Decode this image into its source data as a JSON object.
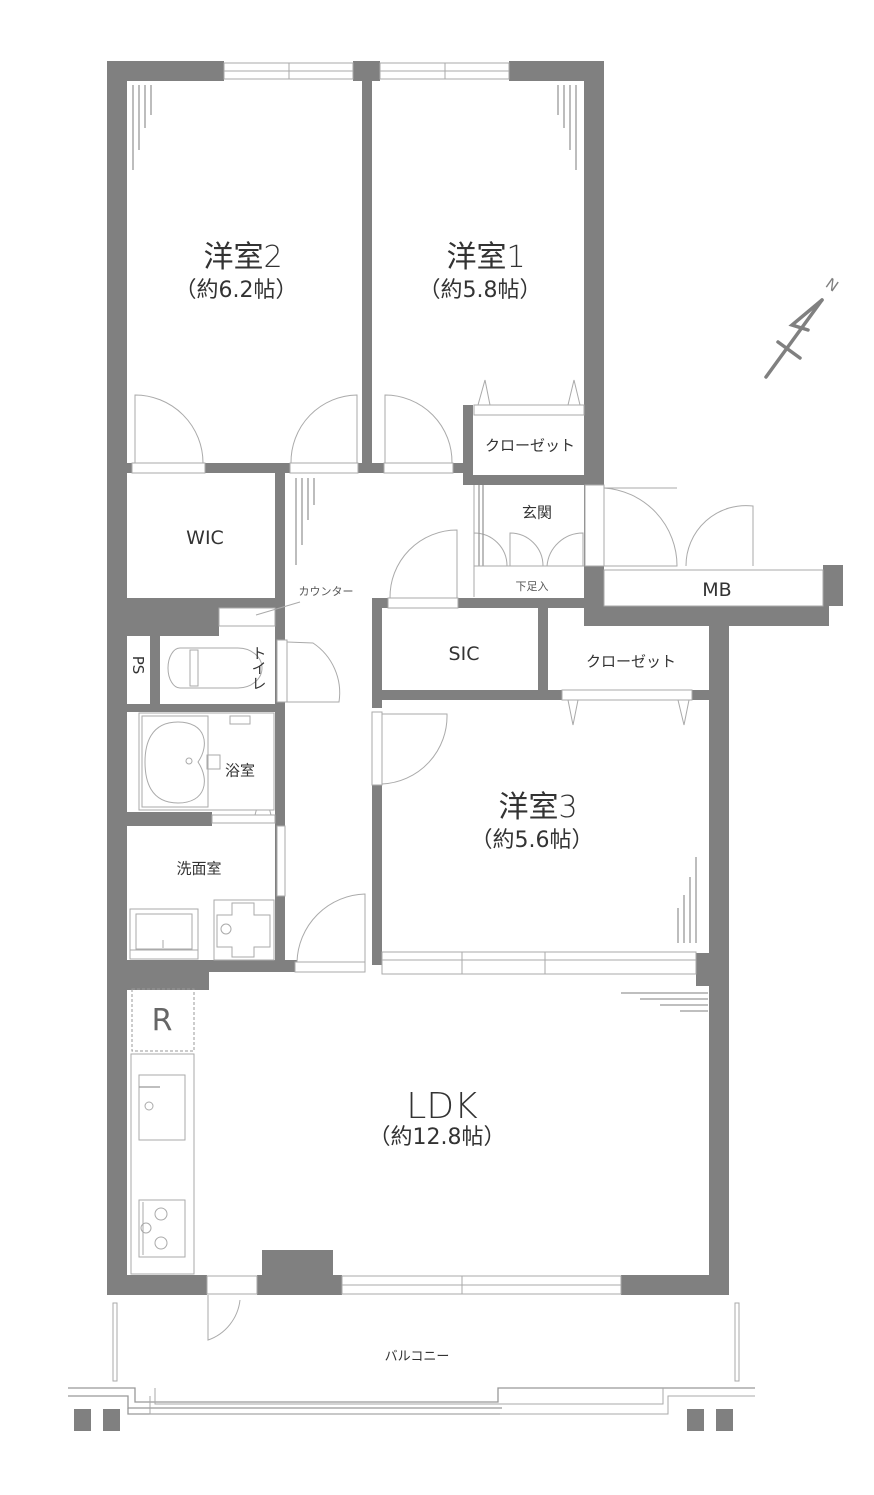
{
  "plan": {
    "rooms": {
      "bedroom2": {
        "name": "洋室2",
        "area": "（約6.2帖）"
      },
      "bedroom1": {
        "name": "洋室1",
        "area": "（約5.8帖）"
      },
      "bedroom3": {
        "name": "洋室3",
        "area": "（約5.6帖）"
      },
      "ldk": {
        "name": "LDK",
        "area": "（約12.8帖）"
      },
      "closet1": "クローゼット",
      "closet3": "クローゼット",
      "wic": "WIC",
      "sic": "SIC",
      "entrance": "玄関",
      "shoe_storage": "下足入",
      "mb": "MB",
      "counter": "カウンター",
      "ps": "PS",
      "toilet": "トイレ",
      "bathroom": "浴室",
      "washroom": "洗面室",
      "refrigerator": "R",
      "balcony": "バルコニー"
    },
    "compass": {
      "label": "N"
    },
    "colors": {
      "wall": "#808080",
      "line": "#aaaaaa",
      "text": "#333333"
    }
  }
}
